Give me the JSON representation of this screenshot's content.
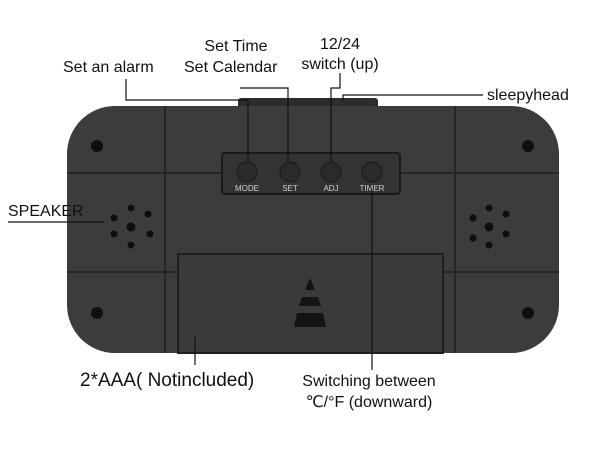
{
  "labels": {
    "set_alarm": "Set an alarm",
    "set_time": "Set Time",
    "set_calendar": "Set Calendar",
    "switch_1224_line1": "12/24",
    "switch_1224_line2": "switch (up)",
    "sleepyhead": "sleepyhead",
    "speaker": "SPEAKER",
    "battery": "2*AAA( Notincluded)",
    "temp_switch_line1": "Switching between",
    "temp_switch_line2": "℃/°F (downward)"
  },
  "buttons": [
    "MODE",
    "SET",
    "ADJ",
    "TIMER"
  ],
  "colors": {
    "body": "#3c3c3c",
    "panel": "#363636",
    "lines": "#1e1e1e",
    "holes": "#111111",
    "button": "#2a2a2a",
    "warning_stripe": "#151515"
  }
}
